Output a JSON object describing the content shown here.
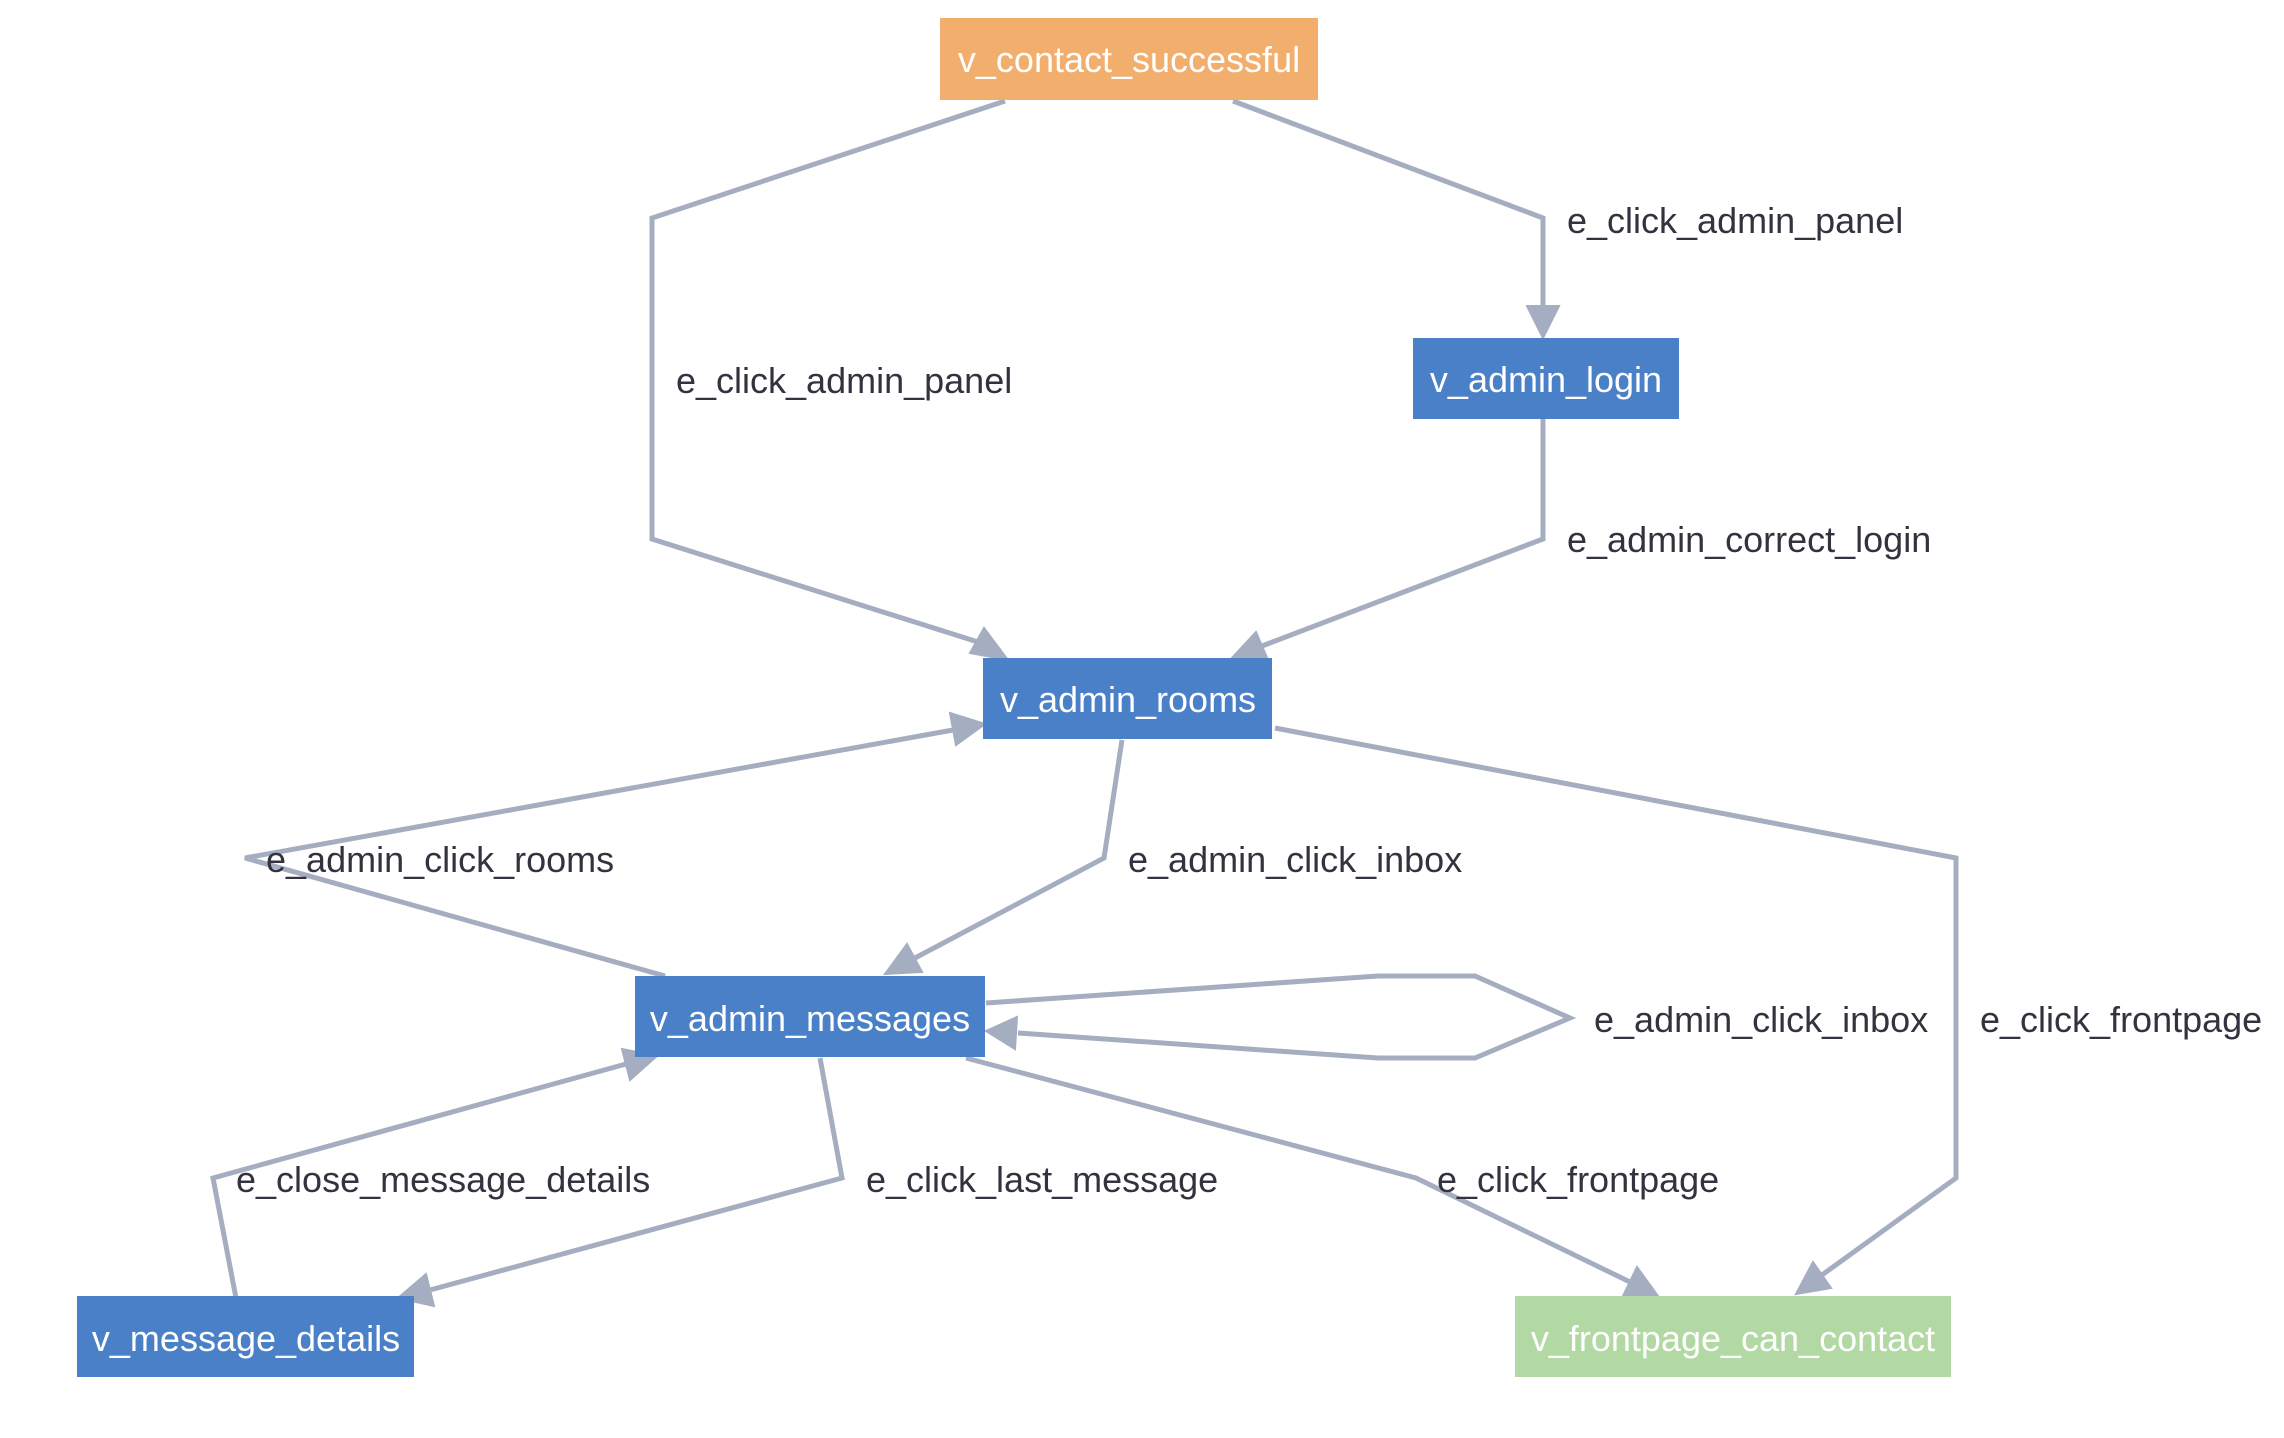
{
  "colors": {
    "edge": "#a4aec0",
    "node_default": "#4a80c8",
    "node_start": "#f2ae6c",
    "node_end": "#b2d8a4",
    "text_light": "#ffffff",
    "text_dark": "#333340"
  },
  "nodes": {
    "contact_successful": {
      "label": "v_contact_successful",
      "color": "#f2ae6c"
    },
    "admin_login": {
      "label": "v_admin_login",
      "color": "#4a80c8"
    },
    "admin_rooms": {
      "label": "v_admin_rooms",
      "color": "#4a80c8"
    },
    "admin_messages": {
      "label": "v_admin_messages",
      "color": "#4a80c8"
    },
    "message_details": {
      "label": "v_message_details",
      "color": "#4a80c8"
    },
    "frontpage_can_contact": {
      "label": "v_frontpage_can_contact",
      "color": "#b2d8a4"
    }
  },
  "edges": {
    "contact_to_rooms": {
      "label": "e_click_admin_panel"
    },
    "contact_to_login": {
      "label": "e_click_admin_panel"
    },
    "login_to_rooms": {
      "label": "e_admin_correct_login"
    },
    "messages_to_rooms": {
      "label": "e_admin_click_rooms"
    },
    "rooms_to_messages": {
      "label": "e_admin_click_inbox"
    },
    "messages_self": {
      "label": "e_admin_click_inbox"
    },
    "rooms_to_frontpage": {
      "label": "e_click_frontpage"
    },
    "details_to_messages": {
      "label": "e_close_message_details"
    },
    "messages_to_details": {
      "label": "e_click_last_message"
    },
    "messages_to_frontpage": {
      "label": "e_click_frontpage"
    }
  }
}
